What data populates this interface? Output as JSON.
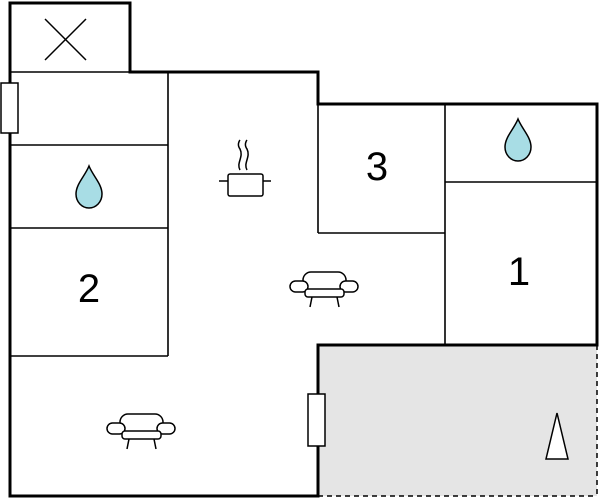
{
  "floorplan": {
    "rooms": [
      {
        "id": "room-1",
        "label": "1"
      },
      {
        "id": "room-2",
        "label": "2"
      },
      {
        "id": "room-3",
        "label": "3"
      }
    ],
    "icons": {
      "water_drop": "water-drop-icon",
      "stove": "cooking-pot-icon",
      "sofa": "sofa-icon",
      "open_shaft": "x-cross-icon",
      "orientation": "north-arrow-icon"
    },
    "colors": {
      "walls": "#000000",
      "water_drop": "#a8dde5",
      "terrace": "#e5e5e5",
      "background": "#ffffff"
    }
  }
}
